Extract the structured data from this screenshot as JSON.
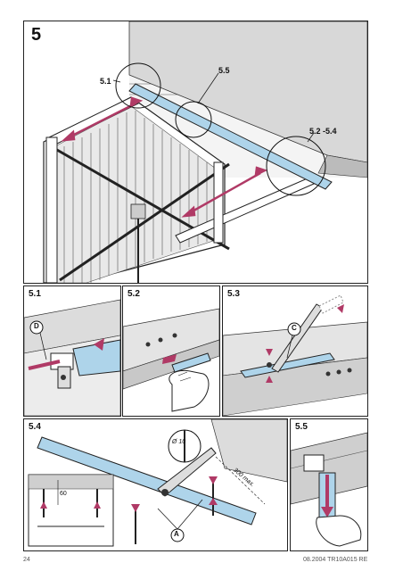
{
  "main": {
    "step": "5",
    "callouts": {
      "c51": "5.1",
      "c55": "5.5",
      "c5254": "5.2 -5.4"
    }
  },
  "panels": {
    "p51": {
      "label": "5.1",
      "marker": "D"
    },
    "p52": {
      "label": "5.2"
    },
    "p53": {
      "label": "5.3",
      "marker": "C"
    },
    "p54": {
      "label": "5.4",
      "marker": "A",
      "drill": "Ø 10",
      "dim_max": "300 max.",
      "inset_dim": "60"
    },
    "p55": {
      "label": "5.5"
    }
  },
  "footer": {
    "page": "24",
    "code": "08.2004 TR10A015 RE"
  },
  "colors": {
    "accent_blue": "#aed4ea",
    "arrow_pink": "#b03a66",
    "line": "#1a1a1a"
  }
}
